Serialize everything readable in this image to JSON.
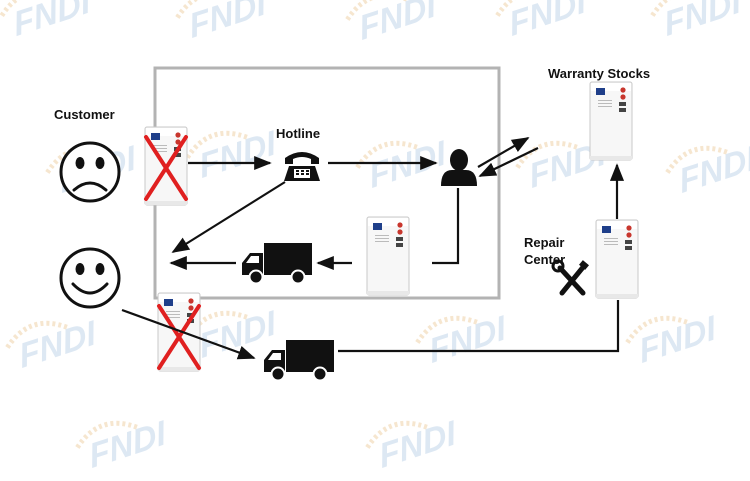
{
  "watermark": {
    "text": "FNDI"
  },
  "labels": {
    "customer": "Customer",
    "hotline": "Hotline",
    "warranty_stocks": "Warranty Stocks",
    "repair_center_line1": "Repair",
    "repair_center_line2": "Center"
  },
  "icons": {
    "sad_customer": "sad-face-icon",
    "happy_customer": "smiley-face-icon",
    "phone": "telephone-icon",
    "agent": "person-icon",
    "truck": "truck-icon",
    "tools": "wrench-screwdriver-icon",
    "faulty_mark": "red-x-icon"
  },
  "colors": {
    "arrow": "#111111",
    "box_border": "#b3b3b3",
    "x_mark": "#e02020",
    "watermark": "#dde8f3",
    "watermark_accent": "#f6e6cf"
  }
}
